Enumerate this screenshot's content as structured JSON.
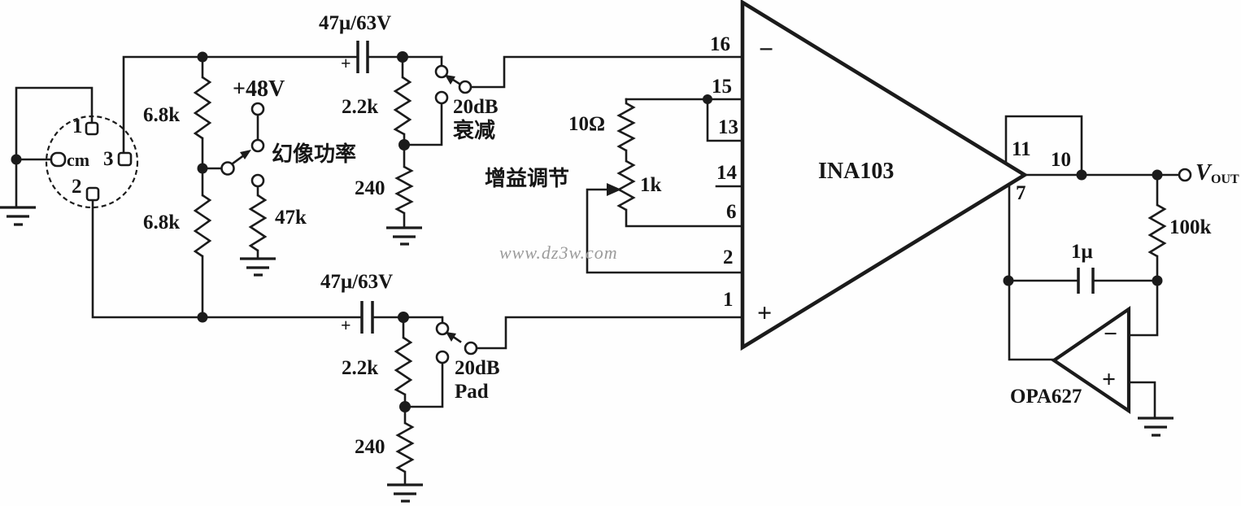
{
  "d": {
    "watermark": "www.dz3w.com",
    "connector": {
      "p1": "1",
      "p2": "2",
      "p3": "3",
      "shield": "cm"
    },
    "phantom": {
      "r_top": "6.8k",
      "r_bottom": "6.8k",
      "supply": "+48V",
      "label": "幻像功率",
      "r_bleed": "47k"
    },
    "ch_top": {
      "cap": "47μ/63V",
      "polarity": "+",
      "r_series": "2.2k",
      "r_shunt": "240",
      "pad1": "20dB",
      "pad2": "衰减"
    },
    "ch_bottom": {
      "cap": "47μ/63V",
      "polarity": "+",
      "r_series": "2.2k",
      "r_shunt": "240",
      "pad1": "20dB",
      "pad2": "Pad"
    },
    "gain": {
      "label": "增益调节",
      "r_fixed": "10Ω",
      "r_pot": "1k"
    },
    "ina": {
      "name": "INA103",
      "neg": "−",
      "pos": "+",
      "p16": "16",
      "p15": "15",
      "p13": "13",
      "p14": "14",
      "p6": "6",
      "p2": "2",
      "p1": "1",
      "p11": "11",
      "p10": "10",
      "p7": "7"
    },
    "servo": {
      "opamp": "OPA627",
      "neg": "−",
      "pos": "+",
      "cap": "1μ",
      "r_fb": "100k"
    },
    "output": {
      "v": "V",
      "sub": "OUT"
    }
  }
}
